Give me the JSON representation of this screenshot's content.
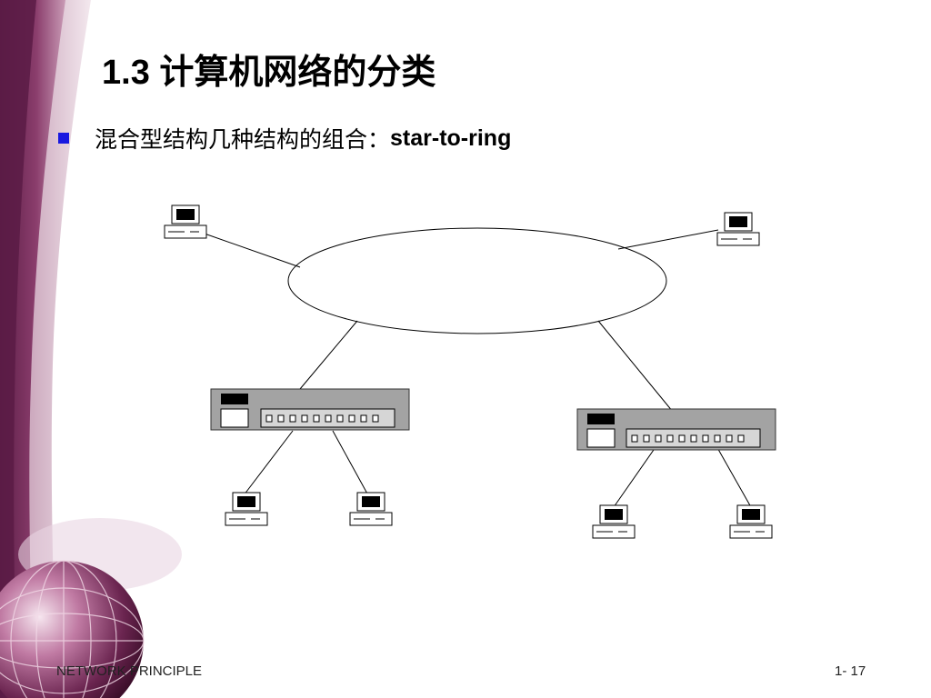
{
  "slide": {
    "title": "1.3  计算机网络的分类",
    "bullet": {
      "text_cn": "混合型结构几种结构的组合：",
      "text_en": "star-to-ring"
    },
    "footer_left": "NETWORK PRINCIPLE",
    "footer_right": "1- 17"
  },
  "colors": {
    "bullet": "#1818e0",
    "hub_body": "#a3a3a3",
    "decor_dark": "#6b2550",
    "decor_light": "#e9d3e0"
  },
  "diagram": {
    "ring": "ring-network",
    "hubs": [
      "hub-left",
      "hub-right"
    ],
    "workstations": [
      "ring-workstation-left",
      "ring-workstation-right",
      "star-workstation-1",
      "star-workstation-2",
      "star-workstation-3",
      "star-workstation-4"
    ]
  }
}
